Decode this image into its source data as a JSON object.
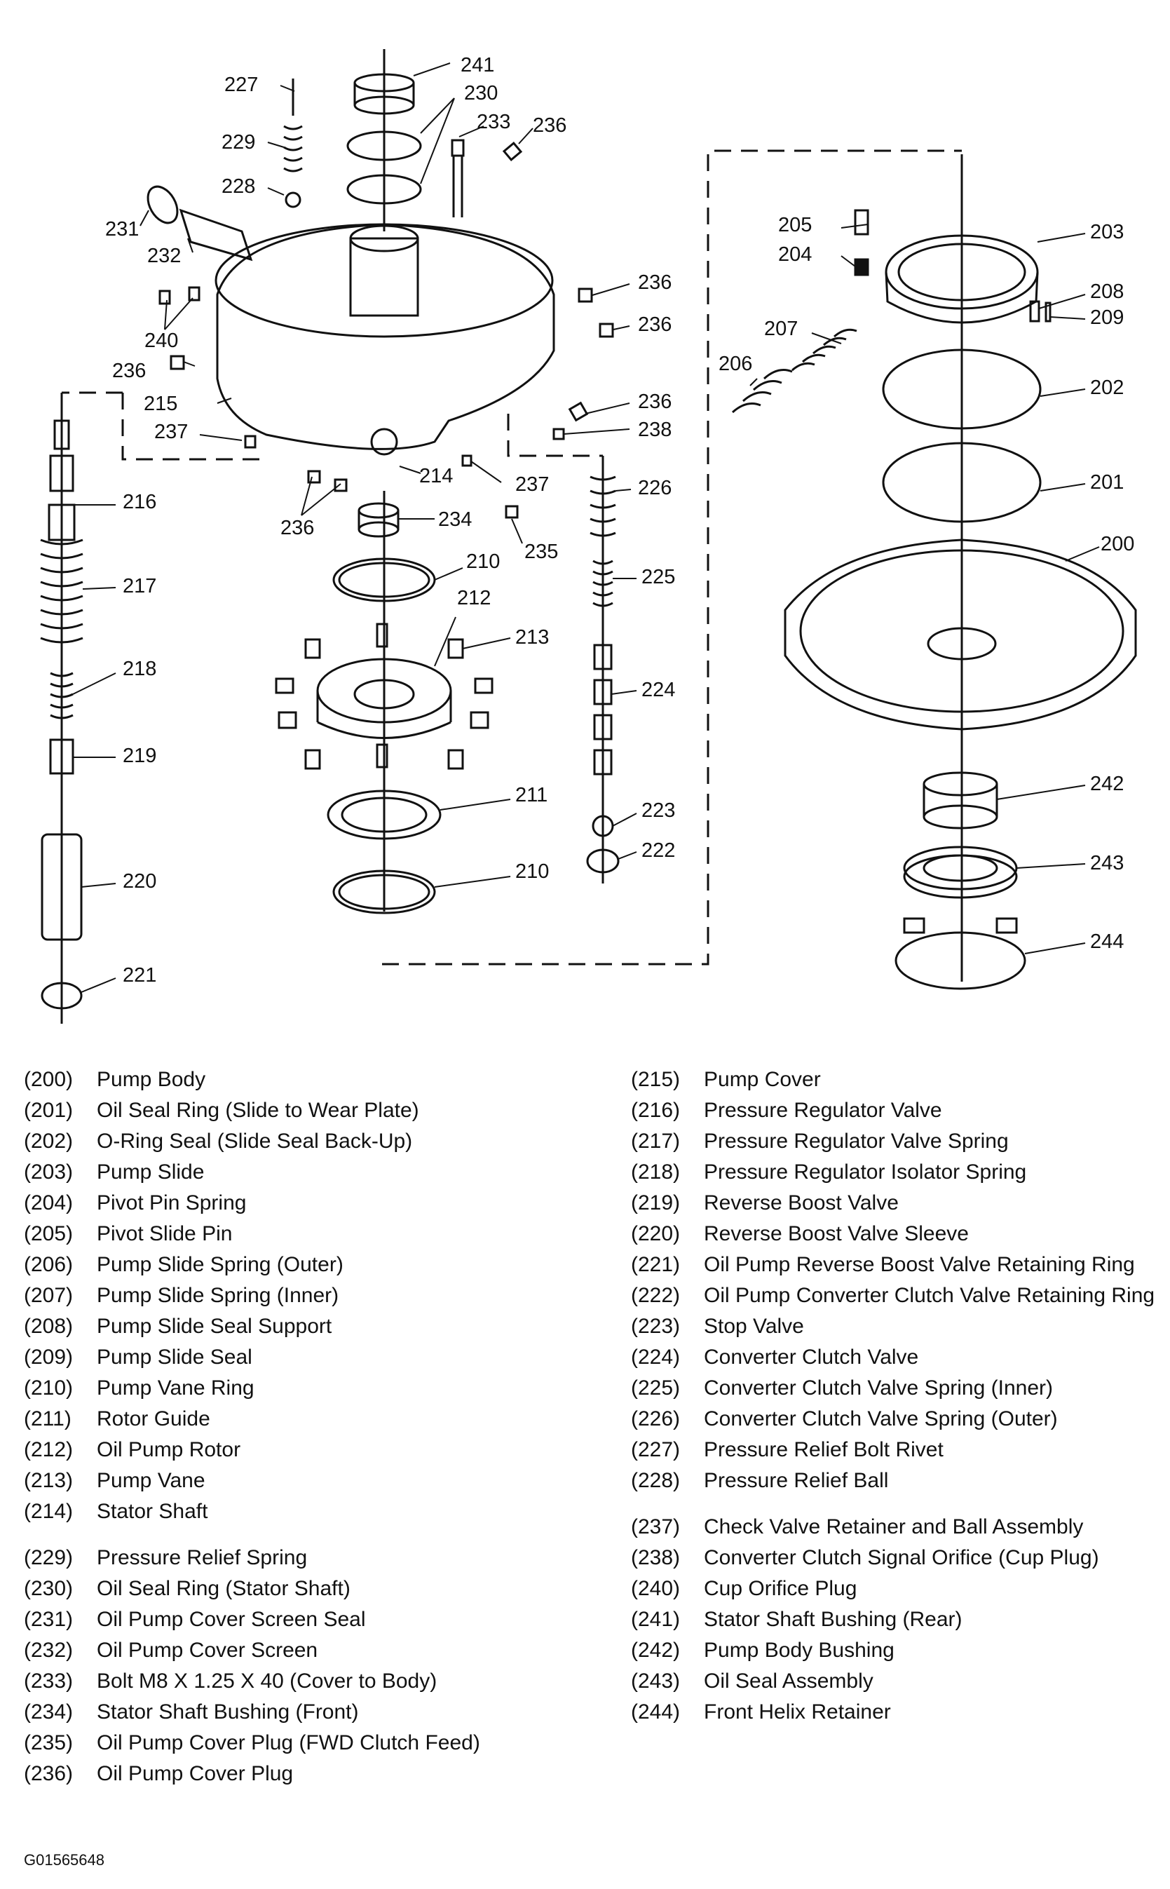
{
  "callouts": [
    {
      "id": "241",
      "label": "241"
    },
    {
      "id": "227",
      "label": "227"
    },
    {
      "id": "230",
      "label": "230"
    },
    {
      "id": "233",
      "label": "233"
    },
    {
      "id": "236a",
      "label": "236"
    },
    {
      "id": "229",
      "label": "229"
    },
    {
      "id": "228",
      "label": "228"
    },
    {
      "id": "231",
      "label": "231"
    },
    {
      "id": "232",
      "label": "232"
    },
    {
      "id": "236b",
      "label": "236"
    },
    {
      "id": "236c",
      "label": "236"
    },
    {
      "id": "240",
      "label": "240"
    },
    {
      "id": "236d",
      "label": "236"
    },
    {
      "id": "215",
      "label": "215"
    },
    {
      "id": "236e",
      "label": "236"
    },
    {
      "id": "237a",
      "label": "237"
    },
    {
      "id": "238",
      "label": "238"
    },
    {
      "id": "214",
      "label": "214"
    },
    {
      "id": "237b",
      "label": "237"
    },
    {
      "id": "216",
      "label": "216"
    },
    {
      "id": "226",
      "label": "226"
    },
    {
      "id": "236f",
      "label": "236"
    },
    {
      "id": "234",
      "label": "234"
    },
    {
      "id": "235",
      "label": "235"
    },
    {
      "id": "210a",
      "label": "210"
    },
    {
      "id": "225",
      "label": "225"
    },
    {
      "id": "217",
      "label": "217"
    },
    {
      "id": "212",
      "label": "212"
    },
    {
      "id": "213",
      "label": "213"
    },
    {
      "id": "218",
      "label": "218"
    },
    {
      "id": "224",
      "label": "224"
    },
    {
      "id": "219",
      "label": "219"
    },
    {
      "id": "211",
      "label": "211"
    },
    {
      "id": "223",
      "label": "223"
    },
    {
      "id": "222",
      "label": "222"
    },
    {
      "id": "220",
      "label": "220"
    },
    {
      "id": "210b",
      "label": "210"
    },
    {
      "id": "221",
      "label": "221"
    },
    {
      "id": "205",
      "label": "205"
    },
    {
      "id": "203",
      "label": "203"
    },
    {
      "id": "204",
      "label": "204"
    },
    {
      "id": "208",
      "label": "208"
    },
    {
      "id": "209",
      "label": "209"
    },
    {
      "id": "207",
      "label": "207"
    },
    {
      "id": "206",
      "label": "206"
    },
    {
      "id": "202",
      "label": "202"
    },
    {
      "id": "201",
      "label": "201"
    },
    {
      "id": "200",
      "label": "200"
    },
    {
      "id": "242",
      "label": "242"
    },
    {
      "id": "243",
      "label": "243"
    },
    {
      "id": "244",
      "label": "244"
    }
  ],
  "legend_left": [
    {
      "num": "(200)",
      "label": "Pump Body"
    },
    {
      "num": "(201)",
      "label": "Oil Seal Ring (Slide to Wear Plate)"
    },
    {
      "num": "(202)",
      "label": "O-Ring Seal (Slide Seal Back-Up)"
    },
    {
      "num": "(203)",
      "label": "Pump Slide"
    },
    {
      "num": "(204)",
      "label": "Pivot Pin Spring"
    },
    {
      "num": "(205)",
      "label": "Pivot Slide Pin"
    },
    {
      "num": "(206)",
      "label": "Pump Slide Spring (Outer)"
    },
    {
      "num": "(207)",
      "label": "Pump Slide Spring (Inner)"
    },
    {
      "num": "(208)",
      "label": "Pump Slide Seal Support"
    },
    {
      "num": "(209)",
      "label": "Pump Slide Seal"
    },
    {
      "num": "(210)",
      "label": "Pump Vane Ring"
    },
    {
      "num": "(211)",
      "label": "Rotor Guide"
    },
    {
      "num": "(212)",
      "label": "Oil Pump Rotor"
    },
    {
      "num": "(213)",
      "label": "Pump Vane"
    },
    {
      "num": "(214)",
      "label": "Stator Shaft"
    }
  ],
  "legend_left_2": [
    {
      "num": "(229)",
      "label": "Pressure Relief Spring"
    },
    {
      "num": "(230)",
      "label": "Oil Seal Ring (Stator Shaft)"
    },
    {
      "num": "(231)",
      "label": "Oil Pump Cover Screen Seal"
    },
    {
      "num": "(232)",
      "label": "Oil Pump Cover Screen"
    },
    {
      "num": "(233)",
      "label": "Bolt M8 X 1.25 X 40 (Cover to Body)"
    },
    {
      "num": "(234)",
      "label": "Stator Shaft Bushing (Front)"
    },
    {
      "num": "(235)",
      "label": "Oil Pump Cover Plug (FWD Clutch Feed)"
    },
    {
      "num": "(236)",
      "label": "Oil Pump Cover Plug"
    }
  ],
  "legend_right": [
    {
      "num": "(215)",
      "label": "Pump Cover"
    },
    {
      "num": "(216)",
      "label": "Pressure Regulator Valve"
    },
    {
      "num": "(217)",
      "label": "Pressure Regulator Valve Spring"
    },
    {
      "num": "(218)",
      "label": "Pressure Regulator Isolator Spring"
    },
    {
      "num": "(219)",
      "label": "Reverse Boost Valve"
    },
    {
      "num": "(220)",
      "label": "Reverse Boost Valve Sleeve"
    },
    {
      "num": "(221)",
      "label": "Oil Pump Reverse Boost Valve Retaining Ring"
    },
    {
      "num": "(222)",
      "label": "Oil Pump Converter Clutch Valve Retaining Ring"
    },
    {
      "num": "(223)",
      "label": "Stop Valve"
    },
    {
      "num": "(224)",
      "label": "Converter Clutch Valve"
    },
    {
      "num": "(225)",
      "label": "Converter Clutch Valve Spring (Inner)"
    },
    {
      "num": "(226)",
      "label": "Converter Clutch Valve Spring (Outer)"
    },
    {
      "num": "(227)",
      "label": "Pressure Relief Bolt Rivet"
    },
    {
      "num": "(228)",
      "label": "Pressure Relief Ball"
    }
  ],
  "legend_right_2": [
    {
      "num": "(237)",
      "label": "Check Valve Retainer and Ball Assembly"
    },
    {
      "num": "(238)",
      "label": "Converter Clutch Signal Orifice (Cup Plug)"
    },
    {
      "num": "(240)",
      "label": "Cup Orifice Plug"
    },
    {
      "num": "(241)",
      "label": "Stator Shaft Bushing (Rear)"
    },
    {
      "num": "(242)",
      "label": "Pump Body Bushing"
    },
    {
      "num": "(243)",
      "label": "Oil Seal Assembly"
    },
    {
      "num": "(244)",
      "label": "Front Helix Retainer"
    }
  ],
  "figure_code": "G01565648"
}
